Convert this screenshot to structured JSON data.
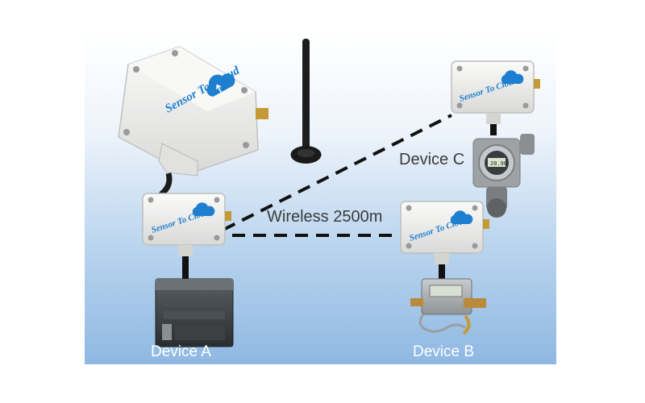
{
  "brand": "Sensor To Cloud",
  "labels": {
    "link": "Wireless 2500m",
    "device_a": "Device A",
    "device_b": "Device B",
    "device_c": "Device C"
  },
  "gauge_reading": "20.90",
  "colors": {
    "background_top": "#ffffff",
    "background_bottom": "#8fb8e2",
    "enclosure": "#f2f2f0",
    "logo_blue": "#1e7fd0",
    "link_dash": "#111111"
  },
  "icons": [
    "cloud-upload-icon",
    "antenna-icon"
  ]
}
